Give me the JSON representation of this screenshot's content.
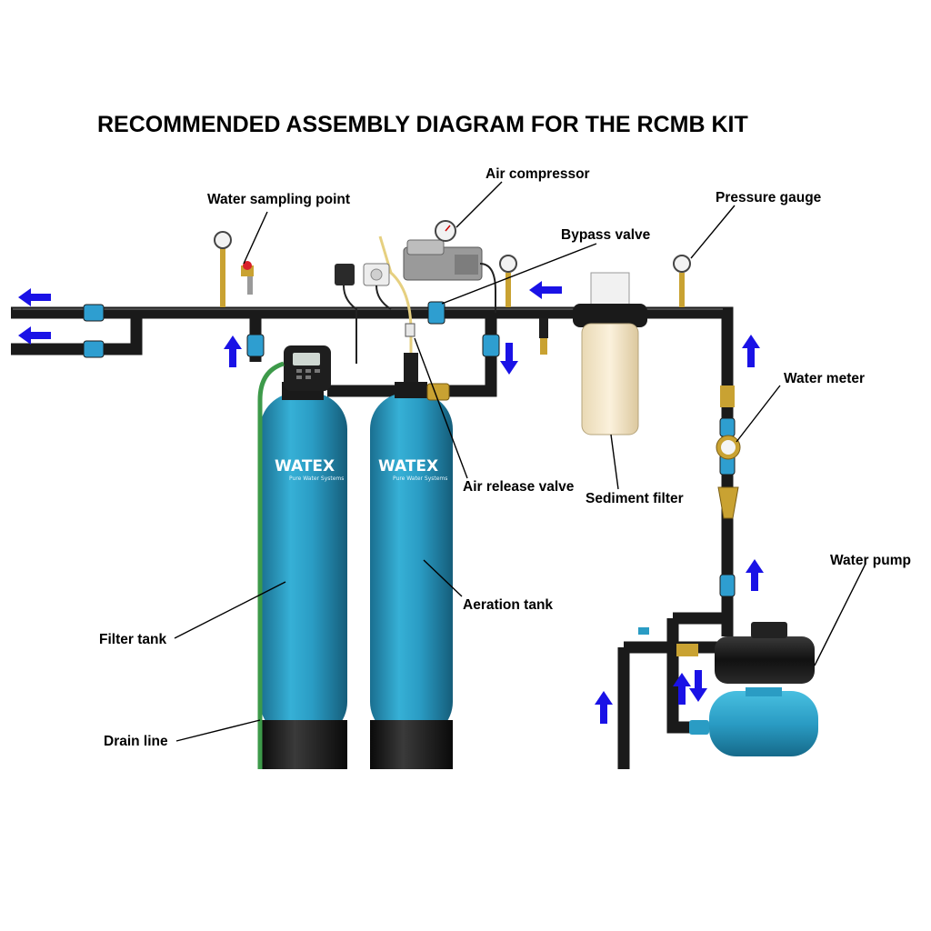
{
  "title": "RECOMMENDED ASSEMBLY DIAGRAM FOR THE RCMB KIT",
  "labels": {
    "air_compressor": "Air compressor",
    "water_sampling_point": "Water sampling point",
    "pressure_gauge": "Pressure gauge",
    "bypass_valve": "Bypass valve",
    "water_meter": "Water meter",
    "air_release_valve": "Air release valve",
    "sediment_filter": "Sediment filter",
    "water_pump": "Water pump",
    "aeration_tank": "Aeration tank",
    "filter_tank": "Filter tank",
    "drain_line": "Drain line"
  },
  "brand": {
    "name": "WATEX",
    "tagline": "Pure Water Systems"
  },
  "colors": {
    "tank_blue": "#2a9cc4",
    "pipe_black": "#1a1a1a",
    "flow_arrow": "#1a12e6",
    "brass": "#c9a232",
    "drain_hose": "#3d9a4a"
  }
}
